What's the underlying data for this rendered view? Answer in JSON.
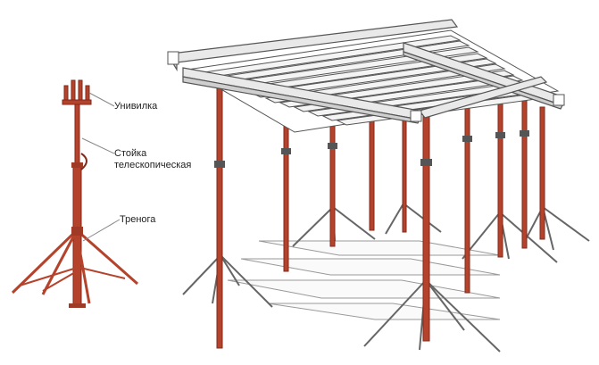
{
  "labels": {
    "univilka": "Унивилка",
    "stoika_line1": "Стойка",
    "stoika_line2": "телескопическая",
    "trenoga": "Тренога"
  },
  "colors": {
    "prop": "#b5432c",
    "prop_dark": "#7e2a1a",
    "steel": "#7a7a7a",
    "beam_fill": "#f4f4f4",
    "beam_stroke": "#555555",
    "leader": "#888888"
  },
  "icons": [
    "fork-head-icon",
    "telescopic-prop-icon",
    "tripod-icon",
    "formwork-scaffold-icon"
  ]
}
